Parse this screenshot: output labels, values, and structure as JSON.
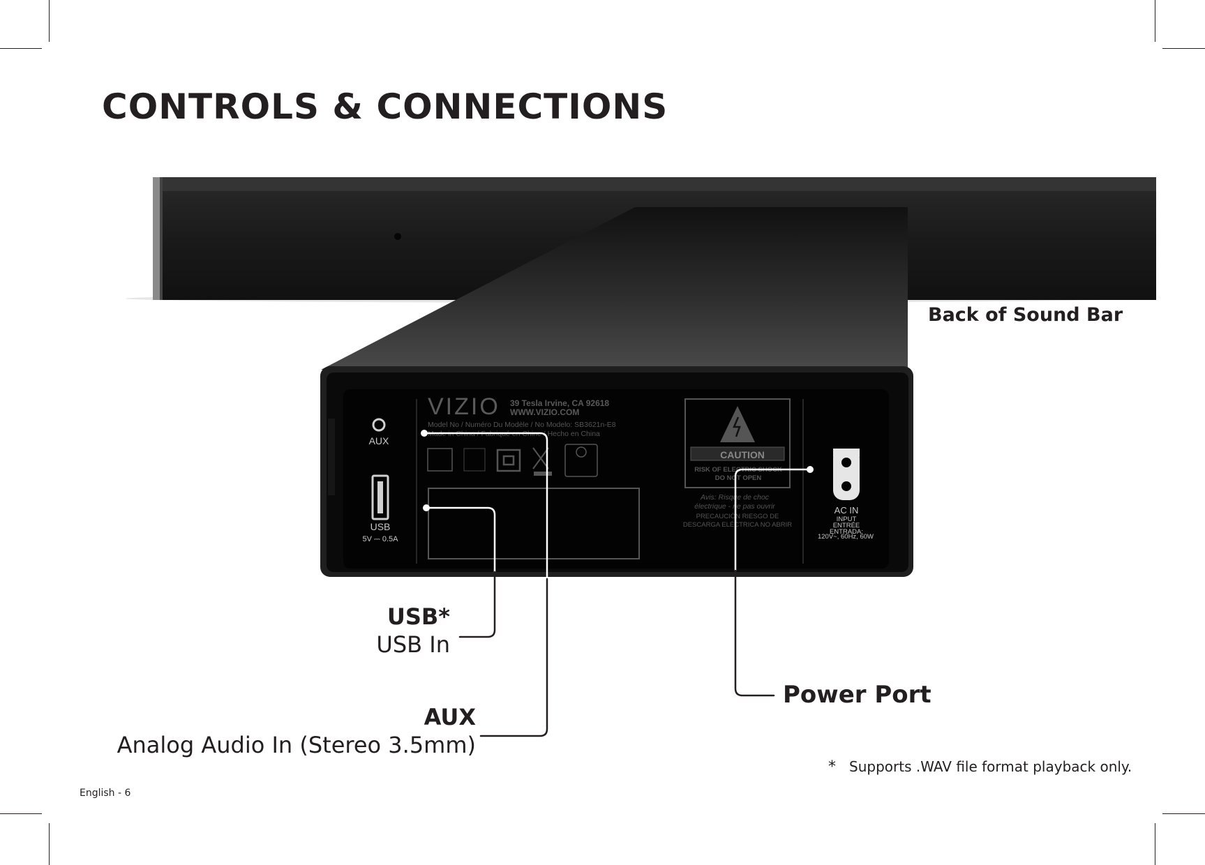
{
  "title": "CONTROLS & CONNECTIONS",
  "labels": {
    "back_of_sound_bar": "Back of Sound Bar",
    "usb_name": "USB*",
    "usb_desc": "USB In",
    "aux_name": "AUX",
    "aux_desc": "Analog Audio In (Stereo 3.5mm)",
    "power": "Power Port"
  },
  "footnote": {
    "marker": "*",
    "text": "Supports .WAV file format playback only."
  },
  "footer": {
    "page": "English - 6"
  },
  "panel": {
    "brand": "VIZIO",
    "address": "39 Tesla Irvine, CA 92618",
    "website": "WWW.VIZIO.COM",
    "model": "Model No / Numéro Du Modèle / No Modelo: SB3621n-E8",
    "origin": "Made in China / Fabriqué en Chine / Hecho en China",
    "aux": "AUX",
    "usb": "USB",
    "usb_rating": "5V ⎓ 0.5A",
    "caution": "CAUTION",
    "shock": "RISK OF ELECTRIC SHOCK",
    "no_open": "DO NOT OPEN",
    "avis_1": "Avis: Risque de choc",
    "avis_2": "électrique - ne pas ouvrir",
    "precaucion_1": "PRECAUCIÓN RIESGO DE",
    "precaucion_2": "DESCARGA ELÉCTRICA NO ABRIR",
    "ac_in": "AC IN",
    "input_en": "INPUT",
    "input_fr": "ENTRÉE",
    "input_es": "ENTRADA:",
    "power_rating": "120V~, 60Hz, 60W"
  },
  "colors": {
    "ink": "#231f20",
    "bar": "#1c1c1c",
    "panel": "#050505",
    "panel_text": "#c8c8c8"
  }
}
